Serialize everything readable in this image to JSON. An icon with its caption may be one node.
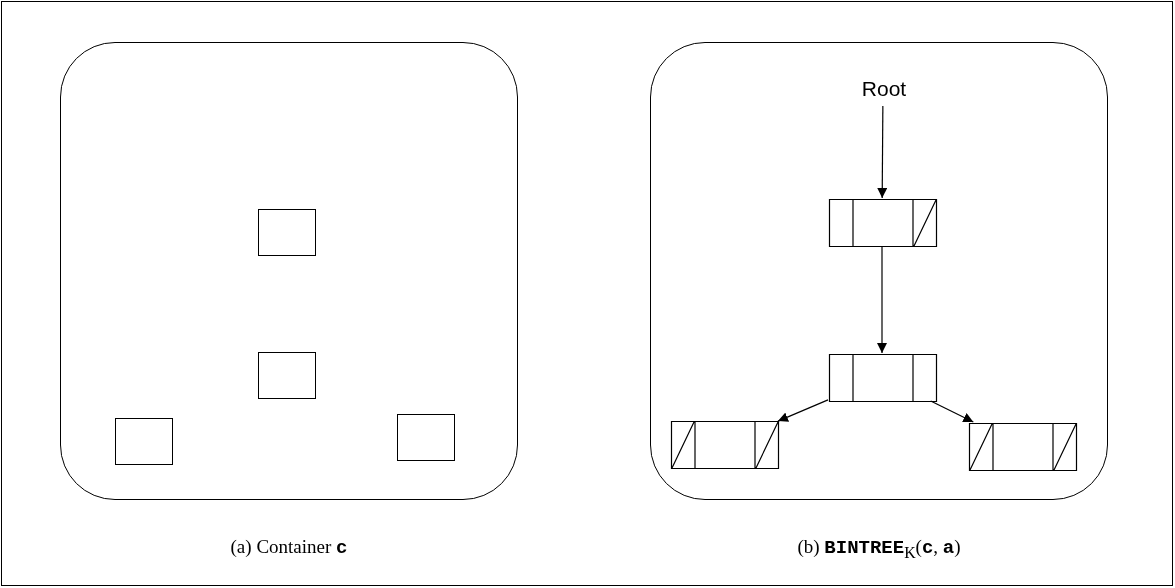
{
  "diagram": {
    "nodes": [
      {
        "text": [],
        "shape": "box"
      },
      {
        "text": [],
        "shape": "box",
        "in": 0
      },
      {
        "text": [],
        "shape": "box",
        "in": 0
      },
      {
        "text": [],
        "shape": "box",
        "in": 0
      },
      {
        "text": [],
        "shape": "box",
        "in": 0
      },
      {
        "text": [],
        "shape": "box"
      },
      {
        "text": [
          "Root"
        ],
        "in": 5
      },
      {
        "text": [],
        "shape": "box",
        "in": 5
      },
      {
        "text": [],
        "shape": "box",
        "in": 5
      },
      {
        "text": [],
        "shape": "box",
        "in": 5
      },
      {
        "text": [],
        "shape": "box",
        "in": 5
      }
    ],
    "edges": [
      {
        "from": 6,
        "to": 7,
        "arrow": "to"
      },
      {
        "from": 7,
        "to": 8,
        "arrow": "to"
      },
      {
        "from": 8,
        "to": 9,
        "arrow": "to"
      },
      {
        "from": 8,
        "to": 10,
        "arrow": "to"
      }
    ],
    "labels": [
      "(a) Container **c**",
      "(b) **BINTREE**$_{K}$(**c**, **a**)"
    ]
  }
}
